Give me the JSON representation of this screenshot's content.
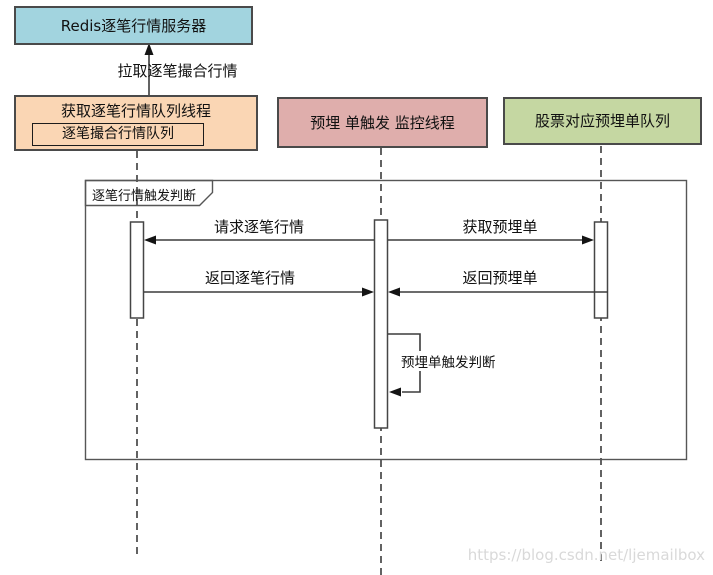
{
  "diagram": {
    "server": {
      "label": "Redis逐笔行情服务器",
      "color": "#A2D4DF"
    },
    "pull_message": {
      "label": "拉取逐笔撮合行情"
    },
    "actors": [
      {
        "label": "获取逐笔行情队列线程",
        "queue_label": "逐笔撮合行情队列",
        "color": "#FAD6B4"
      },
      {
        "label": "预埋 单触发 监控线程",
        "color": "#DFAEAC"
      },
      {
        "label": "股票对应预埋单队列",
        "color": "#C5D7A2"
      }
    ],
    "frame": {
      "label": "逐笔行情触发判断"
    },
    "messages": [
      {
        "label": "请求逐笔行情",
        "from": "预埋 单触发 监控线程",
        "to": "获取逐笔行情队列线程",
        "type": "call"
      },
      {
        "label": "获取预埋单",
        "from": "预埋 单触发 监控线程",
        "to": "股票对应预埋单队列",
        "type": "call"
      },
      {
        "label": "返回逐笔行情",
        "from": "获取逐笔行情队列线程",
        "to": "预埋 单触发 监控线程",
        "type": "return"
      },
      {
        "label": "返回预埋单",
        "from": "股票对应预埋单队列",
        "to": "预埋 单触发 监控线程",
        "type": "return"
      },
      {
        "label": "预埋单触发判断",
        "from": "预埋 单触发 监控线程",
        "to": "预埋 单触发 监控线程",
        "type": "self"
      }
    ],
    "watermark": "https://blog.csdn.net/ljemailbox",
    "colors": {
      "line": "#3c3c3c",
      "frame_border": "#565656",
      "box_border": "#4a4a4a",
      "watermark": "#D9D9D9"
    }
  }
}
